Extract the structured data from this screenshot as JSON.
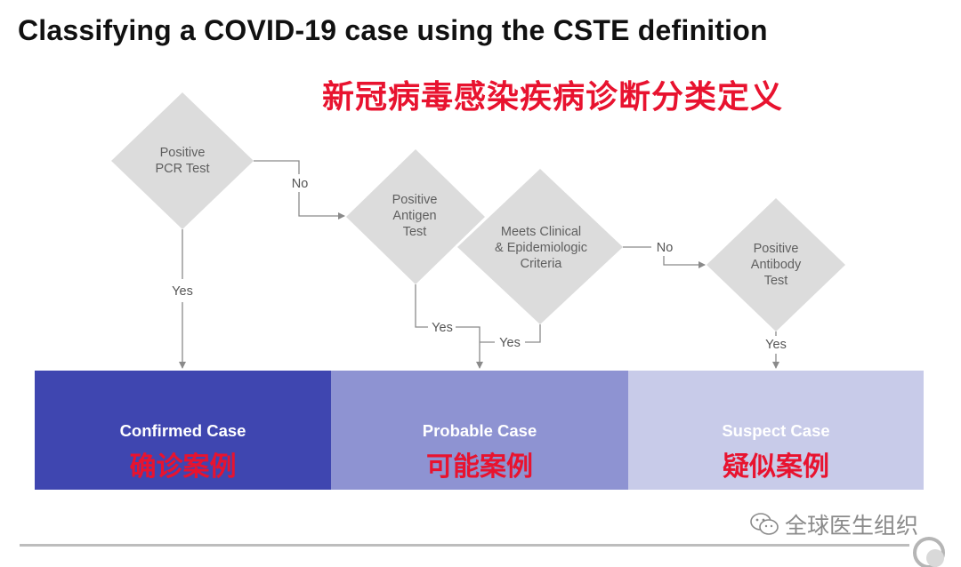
{
  "slide": {
    "title": "Classifying a COVID-19 case using the CSTE definition",
    "subtitle": "新冠病毒感染疾病诊断分类定义"
  },
  "flowchart": {
    "nodes": {
      "pcr": {
        "lines": [
          "Positive",
          "PCR Test"
        ]
      },
      "antigen": {
        "lines": [
          "Positive",
          "Antigen",
          "Test"
        ]
      },
      "clinical": {
        "lines": [
          "Meets Clinical",
          "& Epidemiologic",
          "Criteria"
        ]
      },
      "antibody": {
        "lines": [
          "Positive",
          "Antibody",
          "Test"
        ]
      }
    },
    "edges": {
      "pcr_no": "No",
      "pcr_yes": "Yes",
      "antigen_yes": "Yes",
      "clinical_yes": "Yes",
      "clinical_no": "No",
      "antibody_yes": "Yes"
    },
    "outcomes": {
      "confirmed": {
        "label": "Confirmed Case",
        "label_zh": "确诊案例"
      },
      "probable": {
        "label": "Probable Case",
        "label_zh": "可能案例"
      },
      "suspect": {
        "label": "Suspect Case",
        "label_zh": "疑似案例"
      }
    }
  },
  "watermark": {
    "text": "全球医生组织",
    "icon": "wechat-icon"
  },
  "colors": {
    "confirmed": "#3f46b0",
    "probable": "#8e93d2",
    "suspect": "#c8cbe9",
    "diamond": "#dcdcdc",
    "accent_red": "#e8132f"
  }
}
